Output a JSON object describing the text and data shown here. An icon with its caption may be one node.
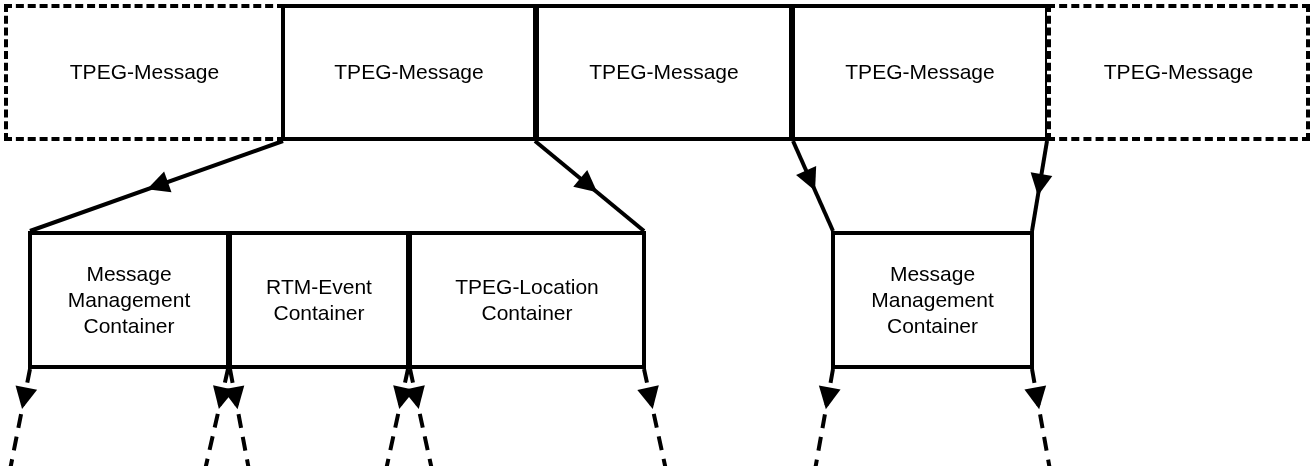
{
  "diagram": {
    "nodes": [
      {
        "text": [
          "TPEG-Message"
        ]
      },
      {
        "text": [
          "TPEG-Message"
        ]
      },
      {
        "text": [
          "TPEG-Message"
        ]
      },
      {
        "text": [
          "TPEG-Message"
        ]
      },
      {
        "text": [
          "TPEG-Message"
        ]
      },
      {
        "text": [
          "Message Management Container"
        ]
      },
      {
        "text": [
          "RTM-Event Container"
        ]
      },
      {
        "text": [
          "TPEG-Location Container"
        ]
      },
      {
        "text": [
          "Message Management Container"
        ]
      }
    ],
    "edges": [
      {
        "from": 1,
        "to": 5,
        "arrow": "to"
      },
      {
        "from": 1,
        "to": 7,
        "arrow": "to"
      },
      {
        "from": 3,
        "to": 8,
        "arrow": "to"
      },
      {
        "from": 3,
        "to": 8,
        "arrow": "to"
      },
      {
        "from": 5,
        "to": null,
        "arrow": "to",
        "style": "dashed"
      },
      {
        "from": 5,
        "to": null,
        "arrow": "to",
        "style": "dashed"
      },
      {
        "from": 6,
        "to": null,
        "arrow": "to",
        "style": "dashed"
      },
      {
        "from": 6,
        "to": null,
        "arrow": "to",
        "style": "dashed"
      },
      {
        "from": 7,
        "to": null,
        "arrow": "to",
        "style": "dashed"
      },
      {
        "from": 7,
        "to": null,
        "arrow": "to",
        "style": "dashed"
      },
      {
        "from": 8,
        "to": null,
        "arrow": "to",
        "style": "dashed"
      },
      {
        "from": 8,
        "to": null,
        "arrow": "to",
        "style": "dashed"
      }
    ]
  }
}
